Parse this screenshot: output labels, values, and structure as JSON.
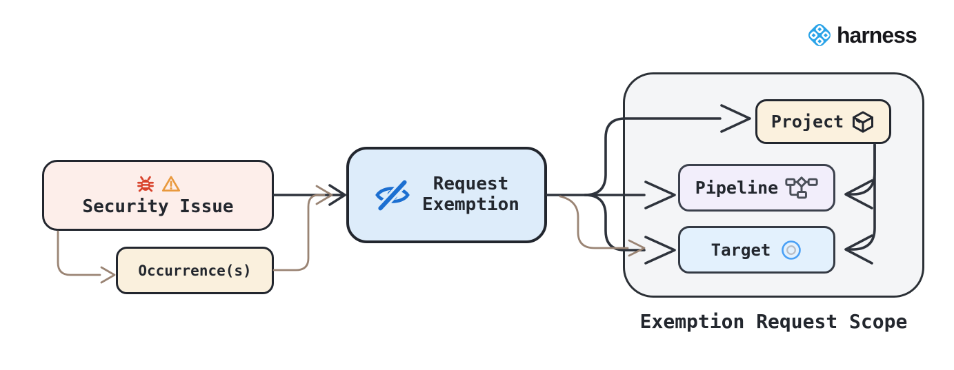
{
  "brand": {
    "name": "harness",
    "logo_color": "#2aa3e8",
    "text_color": "#17171b"
  },
  "nodes": {
    "security_issue": {
      "label": "Security Issue",
      "icons": [
        "bug-icon",
        "warning-icon"
      ],
      "bg": "#fdeeea",
      "border": "#22262e",
      "bug_color": "#d8432c",
      "warning_color": "#e9993d"
    },
    "occurrences": {
      "label": "Occurrence(s)",
      "bg": "#faf0dd",
      "border": "#22262e"
    },
    "request_exemption": {
      "label": "Request Exemption",
      "line1": "Request",
      "line2": "Exemption",
      "icon": "eye-off-icon",
      "icon_color": "#1c6fd1",
      "bg": "#ddecfa",
      "border": "#22262e"
    },
    "project": {
      "label": "Project",
      "icon": "cube-icon",
      "bg": "#fbf1de",
      "border": "#22262e"
    },
    "pipeline": {
      "label": "Pipeline",
      "icon": "pipeline-icon",
      "icon_color": "#4a4f58",
      "bg": "#f2eefb",
      "border": "#3c414d"
    },
    "target": {
      "label": "Target",
      "icon": "target-icon",
      "icon_outer_color": "#4aa0f5",
      "icon_inner_color": "#b8bdc5",
      "bg": "#e3f1fd",
      "border": "#343a44"
    }
  },
  "group": {
    "label": "Exemption Request Scope",
    "bg": "#f4f5f7",
    "border": "#2b3036"
  },
  "edges": [
    {
      "from": "security-issue",
      "to": "request-exemption",
      "color": "#2e333c"
    },
    {
      "from": "security-issue",
      "to": "occurrences",
      "color": "#9a8474"
    },
    {
      "from": "occurrences",
      "to": "request-exemption",
      "color": "#9a8474"
    },
    {
      "from": "request-exemption",
      "to": "project",
      "color": "#2e333c"
    },
    {
      "from": "request-exemption",
      "to": "pipeline",
      "color": "#2e333c"
    },
    {
      "from": "request-exemption",
      "to": "target",
      "color": "#2e333c"
    },
    {
      "from": "occurrences",
      "to": "target",
      "color": "#9a8474"
    },
    {
      "from": "project",
      "to": "pipeline",
      "color": "#2e333c"
    },
    {
      "from": "project",
      "to": "target",
      "color": "#2e333c"
    }
  ]
}
